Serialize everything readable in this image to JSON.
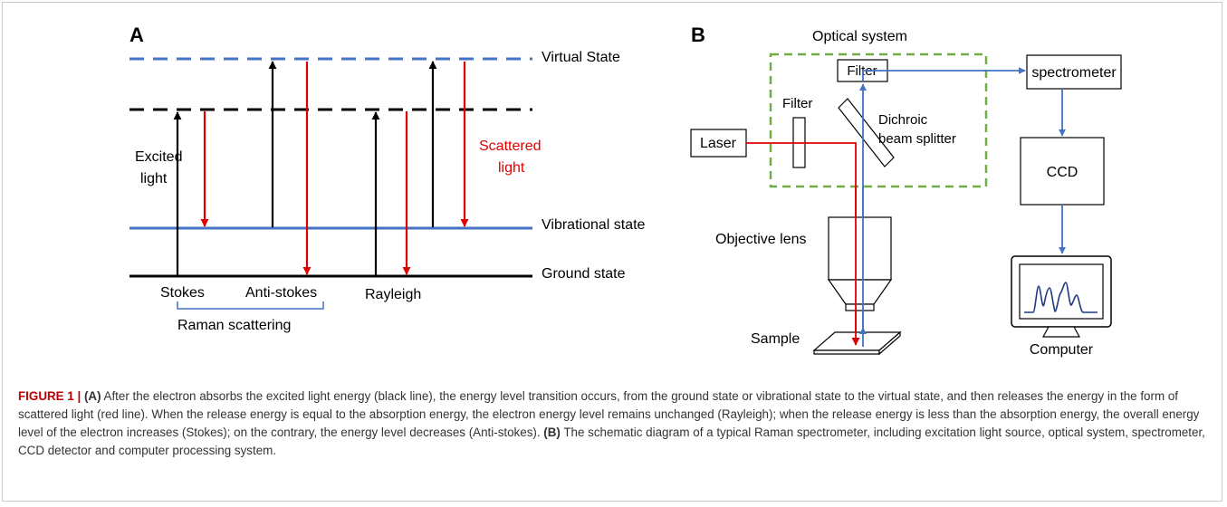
{
  "panel_a": {
    "label": "A",
    "levels": {
      "virtual": "Virtual State",
      "vibrational": "Vibrational state",
      "ground": "Ground state"
    },
    "excited_light": [
      "Excited",
      "light"
    ],
    "scattered_light": [
      "Scattered",
      "light"
    ],
    "processes": {
      "stokes": "Stokes",
      "anti_stokes": "Anti-stokes",
      "rayleigh": "Rayleigh"
    },
    "raman_scattering": "Raman scattering",
    "colors": {
      "excitation": "#000000",
      "scattered": "#e00000",
      "virtual_level": "#4472c4",
      "vibrational_level": "#4472c4"
    }
  },
  "panel_b": {
    "label": "B",
    "optical_system": "Optical system",
    "filter_top": "Filter",
    "filter_left": "Filter",
    "laser": "Laser",
    "dichroic": [
      "Dichroic",
      "beam splitter"
    ],
    "spectrometer": "spectrometer",
    "ccd": "CCD",
    "objective_lens": "Objective lens",
    "sample": "Sample",
    "computer": "Computer",
    "colors": {
      "optical_box": "#70ad47",
      "signal_path": "#4472c4",
      "laser_path": "#e00000"
    }
  },
  "caption": {
    "figure_label": "FIGURE 1 | ",
    "a_marker": "(A)",
    "a_text": " After the electron absorbs the excited light energy (black line), the energy level transition occurs, from the ground state or vibrational state to the virtual state, and then releases the energy in the form of scattered light (red line). When the release energy is equal to the absorption energy, the electron energy level remains unchanged (Rayleigh); when the release energy is less than the absorption energy, the overall energy level of the electron increases (Stokes); on the contrary, the energy level decreases (Anti-stokes). ",
    "b_marker": "(B)",
    "b_text": " The schematic diagram of a typical Raman spectrometer, including excitation light source, optical system, spectrometer, CCD detector and computer processing system."
  }
}
